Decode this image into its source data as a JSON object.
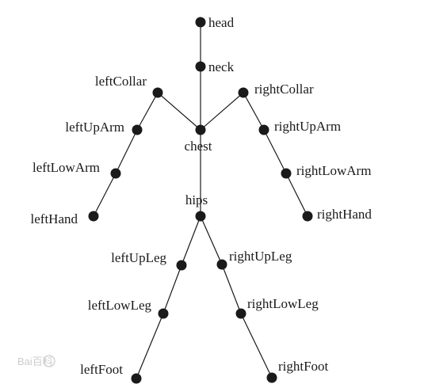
{
  "diagram": {
    "joints": [
      {
        "id": "head",
        "label": "head"
      },
      {
        "id": "neck",
        "label": "neck"
      },
      {
        "id": "chest",
        "label": "chest"
      },
      {
        "id": "hips",
        "label": "hips"
      },
      {
        "id": "leftCollar",
        "label": "leftCollar"
      },
      {
        "id": "leftUpArm",
        "label": "leftUpArm"
      },
      {
        "id": "leftLowArm",
        "label": "leftLowArm"
      },
      {
        "id": "leftHand",
        "label": "leftHand"
      },
      {
        "id": "rightCollar",
        "label": "rightCollar"
      },
      {
        "id": "rightUpArm",
        "label": "rightUpArm"
      },
      {
        "id": "rightLowArm",
        "label": "rightLowArm"
      },
      {
        "id": "rightHand",
        "label": "rightHand"
      },
      {
        "id": "leftUpLeg",
        "label": "leftUpLeg"
      },
      {
        "id": "leftLowLeg",
        "label": "leftLowLeg"
      },
      {
        "id": "leftFoot",
        "label": "leftFoot"
      },
      {
        "id": "rightUpLeg",
        "label": "rightUpLeg"
      },
      {
        "id": "rightLowLeg",
        "label": "rightLowLeg"
      },
      {
        "id": "rightFoot",
        "label": "rightFoot"
      }
    ],
    "bones": [
      [
        "head",
        "neck"
      ],
      [
        "neck",
        "chest"
      ],
      [
        "chest",
        "hips"
      ],
      [
        "chest",
        "leftCollar"
      ],
      [
        "leftCollar",
        "leftUpArm"
      ],
      [
        "leftUpArm",
        "leftLowArm"
      ],
      [
        "leftLowArm",
        "leftHand"
      ],
      [
        "chest",
        "rightCollar"
      ],
      [
        "rightCollar",
        "rightUpArm"
      ],
      [
        "rightUpArm",
        "rightLowArm"
      ],
      [
        "rightLowArm",
        "rightHand"
      ],
      [
        "hips",
        "leftUpLeg"
      ],
      [
        "leftUpLeg",
        "leftLowLeg"
      ],
      [
        "leftLowLeg",
        "leftFoot"
      ],
      [
        "hips",
        "rightUpLeg"
      ],
      [
        "rightUpLeg",
        "rightLowLeg"
      ],
      [
        "rightLowLeg",
        "rightFoot"
      ]
    ]
  },
  "watermark": {
    "text": "Bai百科"
  }
}
